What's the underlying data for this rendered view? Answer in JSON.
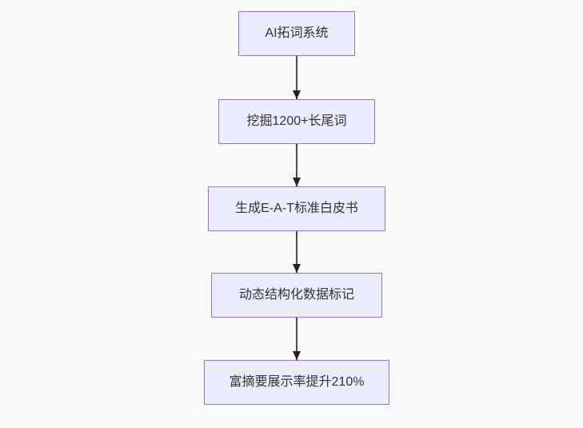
{
  "diagram": {
    "type": "flowchart-top-down",
    "nodes": [
      {
        "id": "n1",
        "label": "AI拓词系统"
      },
      {
        "id": "n2",
        "label": "挖掘1200+长尾词"
      },
      {
        "id": "n3",
        "label": "生成E-A-T标准白皮书"
      },
      {
        "id": "n4",
        "label": "动态结构化数据标记"
      },
      {
        "id": "n5",
        "label": "富摘要展示率提升210%"
      }
    ],
    "edges": [
      {
        "from": "n1",
        "to": "n2",
        "arrow": "down"
      },
      {
        "from": "n2",
        "to": "n3",
        "arrow": "down"
      },
      {
        "from": "n3",
        "to": "n4",
        "arrow": "down"
      },
      {
        "from": "n4",
        "to": "n5",
        "arrow": "down"
      }
    ],
    "colors": {
      "node_fill": "#ececff",
      "node_border": "#9370db",
      "node_text": "#333333",
      "edge_line": "#4a4a4a",
      "edge_arrowhead": "#222222",
      "background": "#fafafa"
    }
  }
}
